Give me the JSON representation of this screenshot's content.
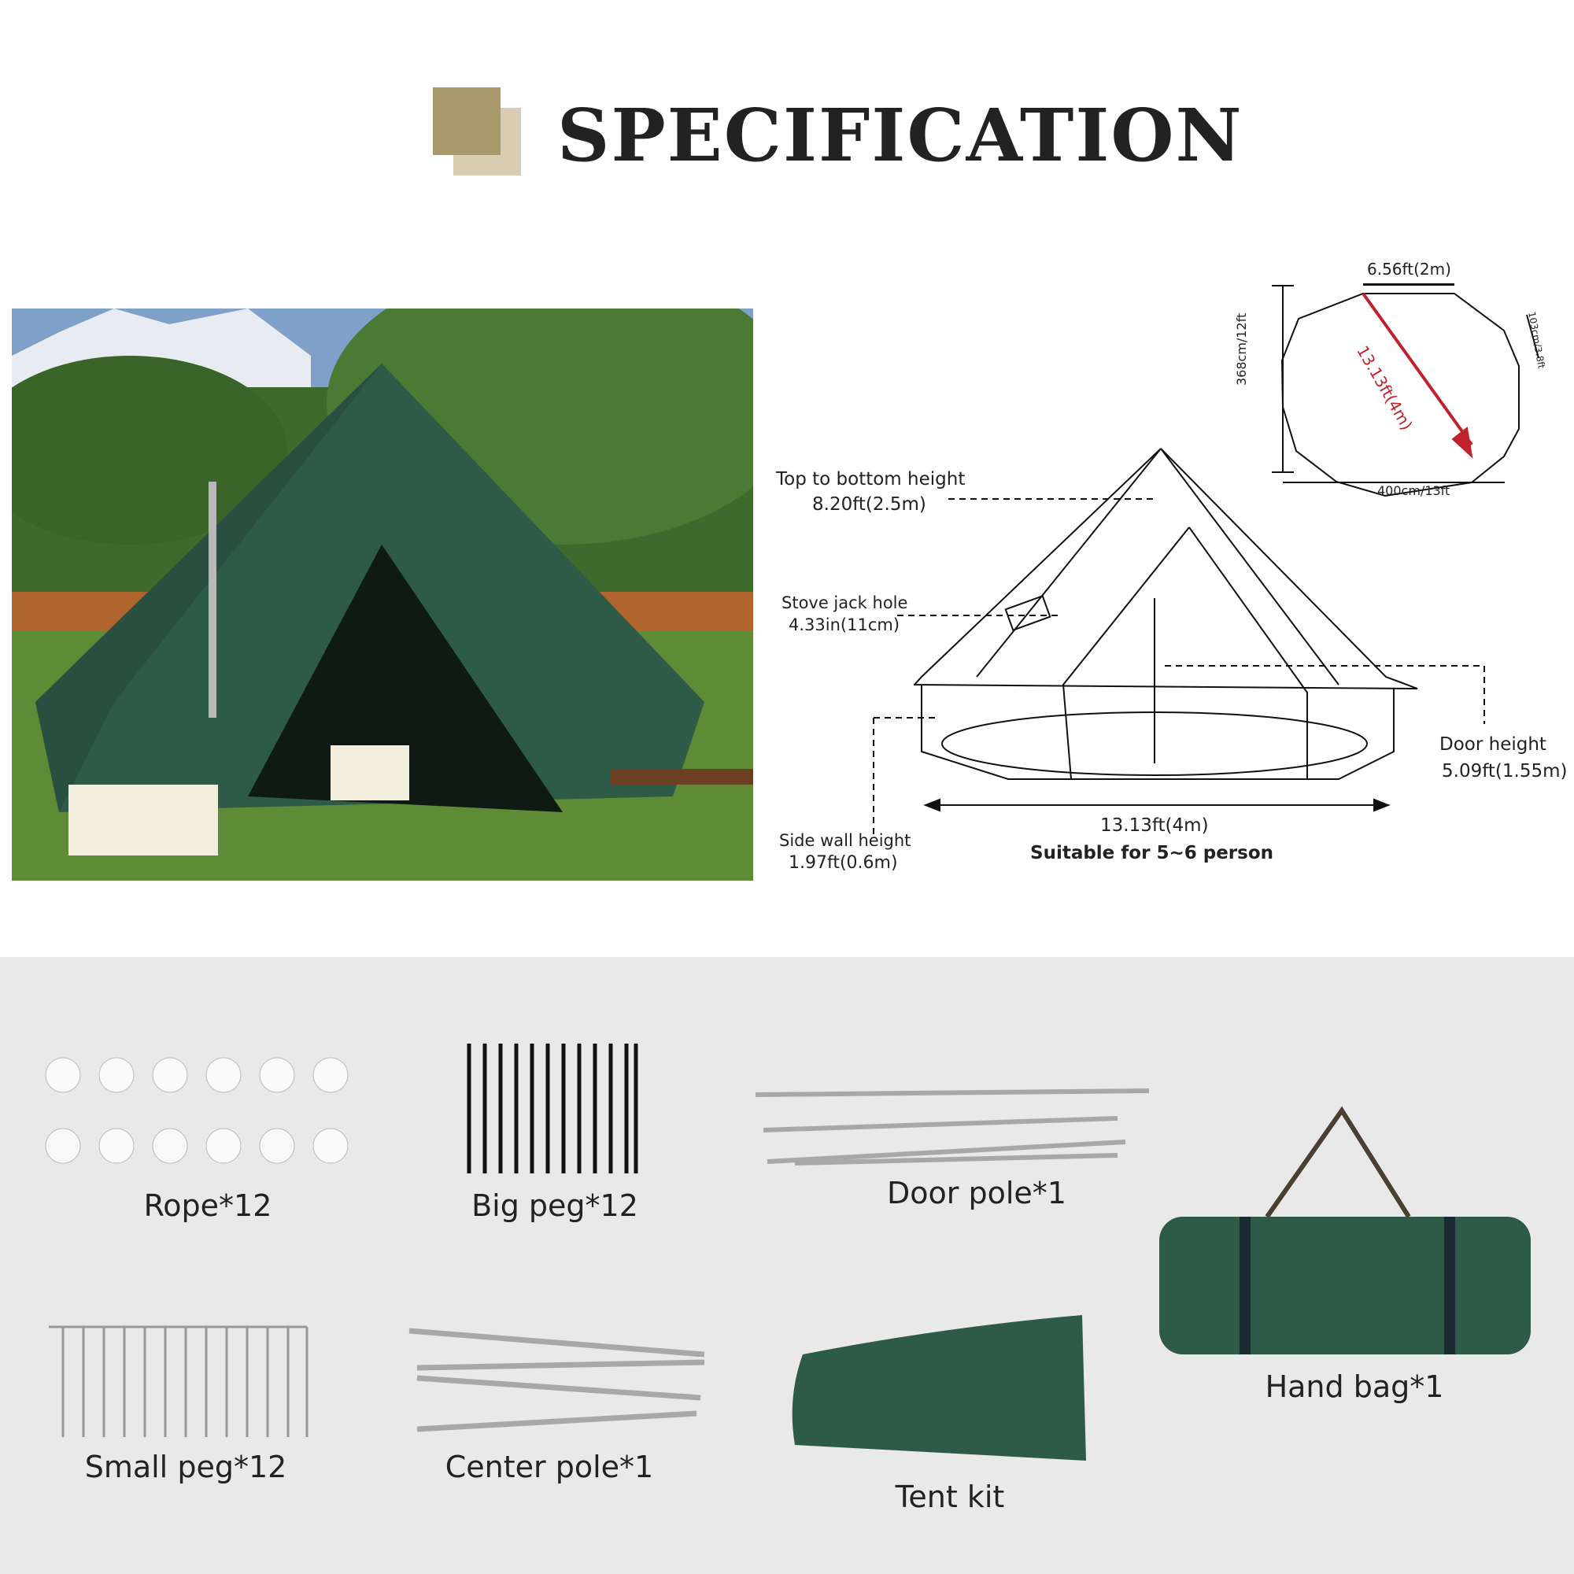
{
  "header": {
    "title": "SPECIFICATION"
  },
  "floor_plan": {
    "top_edge": "6.56ft(2m)",
    "side_edge": "103cm/3.8ft",
    "diagonal": "13.13ft(4m)",
    "height": "368cm/12ft",
    "width": "400cm/13ft",
    "diagonal_color": "#c0222c"
  },
  "tent_diagram": {
    "top_height_label": "Top to bottom height",
    "top_height_value": "8.20ft(2.5m)",
    "stove_label": "Stove jack hole",
    "stove_value": "4.33in(11cm)",
    "side_wall_label": "Side wall height",
    "side_wall_value": "1.97ft(0.6m)",
    "door_label": "Door height",
    "door_value": "5.09ft(1.55m)",
    "diameter": "13.13ft(4m)",
    "capacity": "Suitable for 5~6 person"
  },
  "accessories": [
    {
      "label": "Rope*12"
    },
    {
      "label": "Big peg*12"
    },
    {
      "label": "Door pole*1"
    },
    {
      "label": "Hand bag*1"
    },
    {
      "label": "Small peg*12"
    },
    {
      "label": "Center pole*1"
    },
    {
      "label": "Tent kit"
    }
  ],
  "colors": {
    "tent_green": "#2e5a48",
    "accent_gold": "#a8996c",
    "panel_gray": "#e9e9e9"
  }
}
